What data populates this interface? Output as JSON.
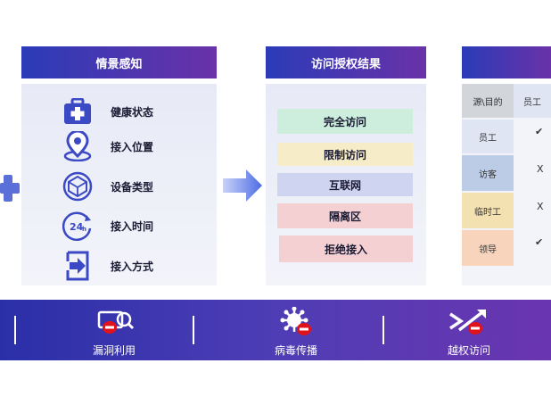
{
  "panels": {
    "perception": {
      "title": "情景感知",
      "items": [
        {
          "label": "健康状态",
          "icon": "medical-kit-icon"
        },
        {
          "label": "接入位置",
          "icon": "location-pin-icon"
        },
        {
          "label": "设备类型",
          "icon": "device-type-icon"
        },
        {
          "label": "接入时间",
          "icon": "clock-24h-icon"
        },
        {
          "label": "接入方式",
          "icon": "login-arrow-icon"
        }
      ]
    },
    "results": {
      "title": "访问授权结果",
      "items": [
        {
          "label": "完全访问",
          "color": "#cdeedd"
        },
        {
          "label": "限制访问",
          "color": "#f6ecc7"
        },
        {
          "label": "互联网",
          "color": "#cfd4f1"
        },
        {
          "label": "隔离区",
          "color": "#f4d0d3"
        },
        {
          "label": "拒绝接入",
          "color": "#f4d0d3"
        }
      ]
    },
    "matrix": {
      "corner": "源\\目的",
      "col_header": "员工",
      "rows": [
        {
          "label": "员工",
          "mark": "✔",
          "color": "#dfe5f3"
        },
        {
          "label": "访客",
          "mark": "X",
          "color": "#bccbe6"
        },
        {
          "label": "临时工",
          "mark": "X",
          "color": "#f4e1b1"
        },
        {
          "label": "领导",
          "mark": "✔",
          "color": "#f8d4bc"
        }
      ]
    }
  },
  "threats": [
    {
      "label": "漏洞利用",
      "icon": "vulnerability-scan-icon"
    },
    {
      "label": "病毒传播",
      "icon": "virus-icon"
    },
    {
      "label": "越权访问",
      "icon": "privilege-escalation-icon"
    }
  ],
  "colors": {
    "header_start": "#2b3bb8",
    "header_end": "#6a32a8",
    "icon_blue": "#3b49c4",
    "arrow_blue": "#5b74e6",
    "block_red": "#e0121c"
  }
}
